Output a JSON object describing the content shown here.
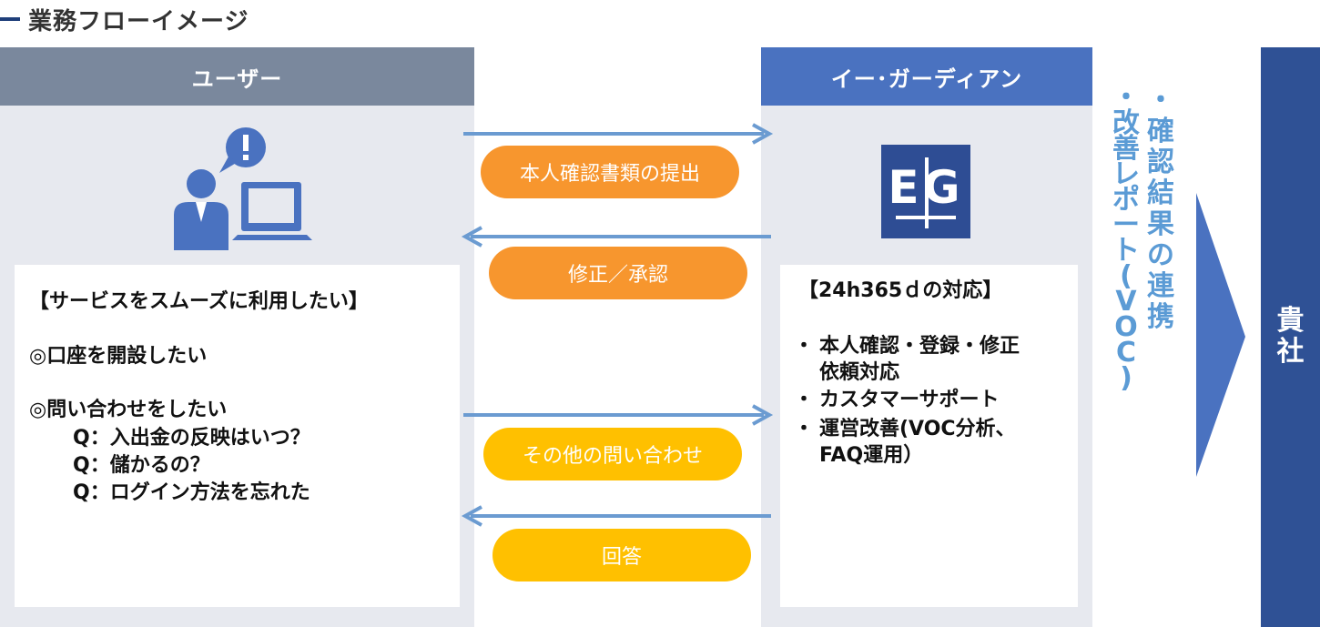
{
  "title": "業務フローイメージ",
  "user_column": {
    "header": "ユーザー",
    "box_heading": "【サービスをスムーズに利用したい】",
    "item1": "◎口座を開設したい",
    "item2": "◎問い合わせをしたい",
    "questions": [
      "Q：入出金の反映はいつ？",
      "Q：儲かるの？",
      "Q：ログイン方法を忘れた"
    ]
  },
  "eg_column": {
    "header": "イー･ガーディアン",
    "logo_text": "EG",
    "box_heading": "【24h365ｄの対応】",
    "bullets": [
      [
        "・",
        "本人確認・登録・修正"
      ],
      [
        "",
        "依頼対応"
      ],
      [
        "・",
        "カスタマーサポート"
      ],
      [
        "・",
        "運営改善(VOC分析、"
      ],
      [
        "",
        "FAQ運用）"
      ]
    ]
  },
  "flows": {
    "submit": "本人確認書類の提出",
    "fix_approve": "修正／承認",
    "other_inquiry": "その他の問い合わせ",
    "answer": "回答"
  },
  "report": {
    "col1": [
      "・",
      "確",
      "認",
      "結",
      "果",
      "の",
      "連",
      "携"
    ],
    "col2": [
      "・",
      "改",
      "善",
      "レ",
      "ポ",
      "ー",
      "ト",
      "(",
      "V",
      "O",
      "C",
      ")"
    ]
  },
  "company": [
    "貴",
    "社"
  ],
  "colors": {
    "user_header": "#7a889d",
    "eg_header": "#4a72c0",
    "column_bg": "#e7e9ef",
    "arrow": "#6b9bd1",
    "pill_orange": "#f7962e",
    "pill_yellow": "#ffc000",
    "company": "#2f5195",
    "report_text": "#5b9bd5"
  }
}
